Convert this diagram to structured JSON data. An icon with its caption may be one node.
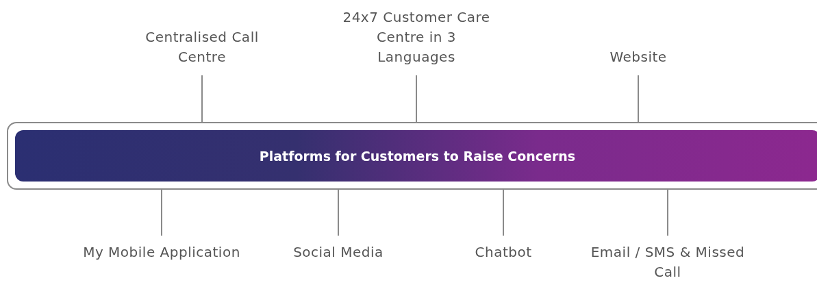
{
  "diagram": {
    "nodes": [
      {
        "text": [
          "Platforms for Customers to Raise Concerns"
        ]
      },
      {
        "text": [
          "Centralised Call Centre"
        ]
      },
      {
        "text": [
          "24x7 Customer Care Centre in 3 Languages"
        ]
      },
      {
        "text": [
          "Website"
        ]
      },
      {
        "text": [
          "My Mobile Application"
        ]
      },
      {
        "text": [
          "Social Media"
        ]
      },
      {
        "text": [
          "Chatbot"
        ]
      },
      {
        "text": [
          "Email / SMS & Missed Call"
        ]
      }
    ],
    "edges": [
      {
        "from": 1,
        "to": 0,
        "arrow": "none"
      },
      {
        "from": 2,
        "to": 0,
        "arrow": "none"
      },
      {
        "from": 3,
        "to": 0,
        "arrow": "none"
      },
      {
        "from": 4,
        "to": 0,
        "arrow": "none"
      },
      {
        "from": 5,
        "to": 0,
        "arrow": "none"
      },
      {
        "from": 6,
        "to": 0,
        "arrow": "none"
      },
      {
        "from": 7,
        "to": 0,
        "arrow": "none"
      }
    ]
  }
}
